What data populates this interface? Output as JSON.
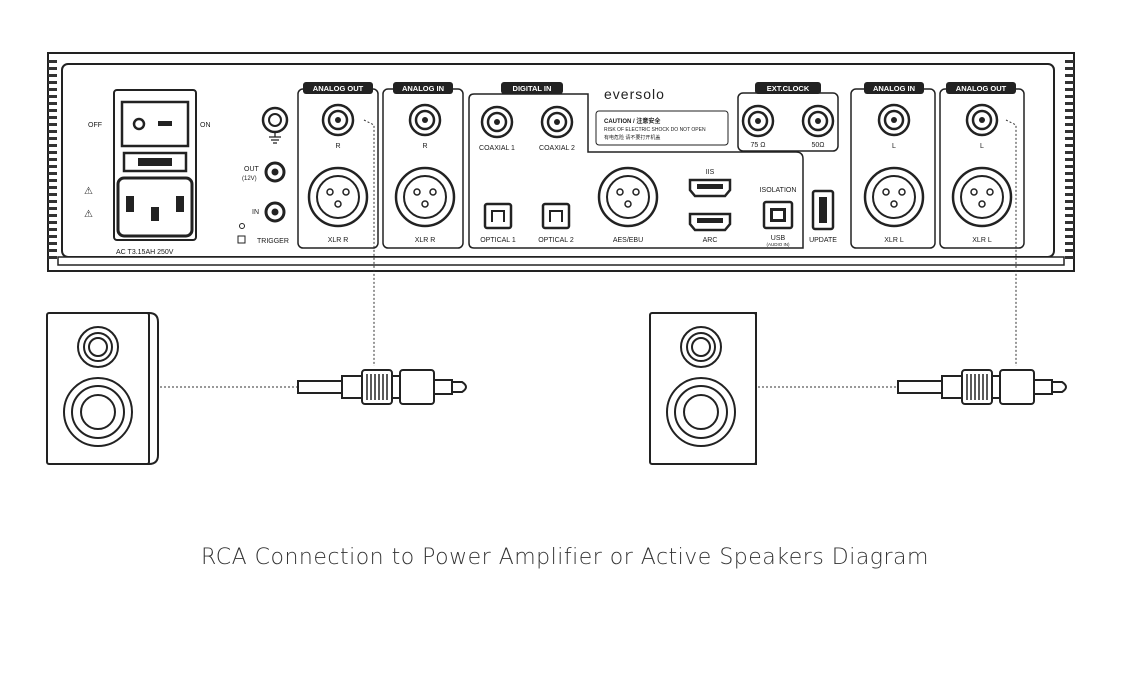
{
  "brand": "eversolo",
  "caption": "RCA Connection to Power Amplifier or Active Speakers Diagram",
  "power": {
    "off": "OFF",
    "on": "ON",
    "rating": "AC    T3.15AH 250V"
  },
  "trigger": {
    "out": "OUT",
    "out_sub": "(12V)",
    "in": "IN",
    "label": "TRIGGER"
  },
  "sections": {
    "analog_out_r": "ANALOG OUT",
    "analog_in_r": "ANALOG IN",
    "digital_in": "DIGITAL IN",
    "ext_clock": "EXT.CLOCK",
    "analog_in_l": "ANALOG IN",
    "analog_out_l": "ANALOG OUT"
  },
  "ports": {
    "rca_out_r": "R",
    "xlr_out_r": "XLR R",
    "rca_in_r": "R",
    "xlr_in_r": "XLR R",
    "coaxial1": "COAXIAL 1",
    "coaxial2": "COAXIAL 2",
    "optical1": "OPTICAL 1",
    "optical2": "OPTICAL 2",
    "aes": "AES/EBU",
    "iis": "IIS",
    "arc": "ARC",
    "isolation": "ISOLATION",
    "usb": "USB",
    "usb_sub": "(AUDIO IN)",
    "update": "UPDATE",
    "clock75": "75 Ω",
    "clock50": "50Ω",
    "rca_in_l": "L",
    "xlr_in_l": "XLR L",
    "rca_out_l": "L",
    "xlr_out_l": "XLR L"
  },
  "caution": {
    "title": "CAUTION / 注意安全",
    "line1": "RISK OF ELECTRIC SHOCK DO NOT OPEN",
    "line2": "有电危险 请不要打开机盖"
  }
}
